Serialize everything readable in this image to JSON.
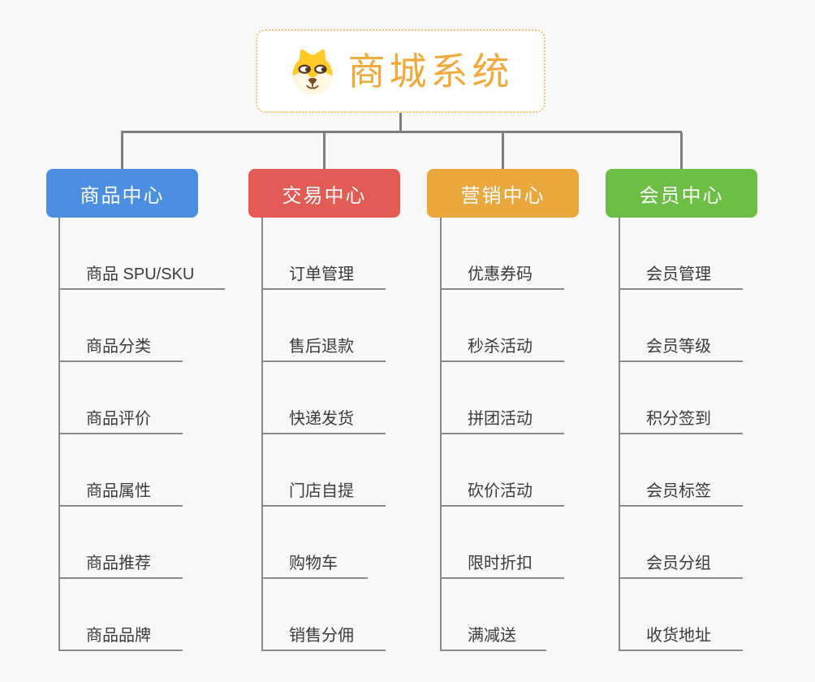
{
  "root": {
    "title": "商城系统",
    "icon": "dog-face-icon"
  },
  "colors": {
    "background": "#F8F8F8",
    "connector": "#7E7E7E",
    "underline": "#8A8A8A",
    "leaf_text": "#3B3B3B",
    "root_text": "#F2A93C",
    "root_border": "#F5C26B"
  },
  "branches": [
    {
      "label": "商品中心",
      "color": "#4A8FE2",
      "children": [
        "商品 SPU/SKU",
        "商品分类",
        "商品评价",
        "商品属性",
        "商品推荐",
        "商品品牌"
      ]
    },
    {
      "label": "交易中心",
      "color": "#E25B55",
      "children": [
        "订单管理",
        "售后退款",
        "快递发货",
        "门店自提",
        "购物车",
        "销售分佣"
      ]
    },
    {
      "label": "营销中心",
      "color": "#E9A73C",
      "children": [
        "优惠券码",
        "秒杀活动",
        "拼团活动",
        "砍价活动",
        "限时折扣",
        "满减送"
      ]
    },
    {
      "label": "会员中心",
      "color": "#6CBE45",
      "children": [
        "会员管理",
        "会员等级",
        "积分签到",
        "会员标签",
        "会员分组",
        "收货地址"
      ]
    }
  ]
}
